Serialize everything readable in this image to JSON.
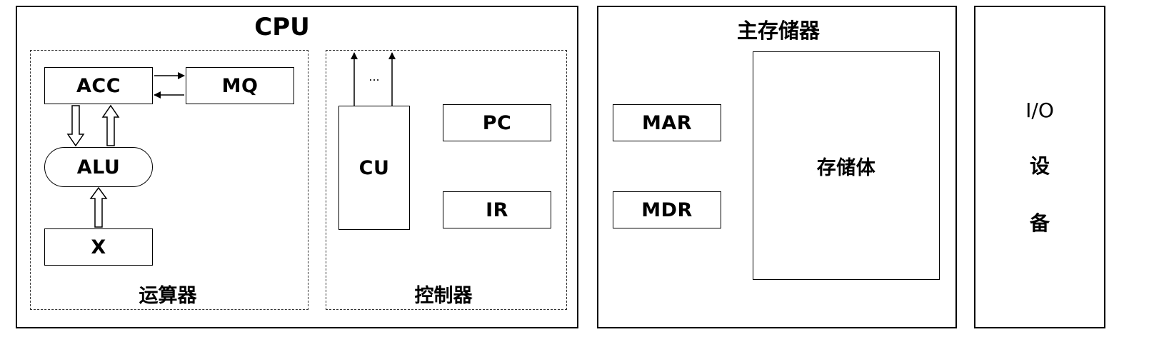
{
  "cpu": {
    "title": "CPU",
    "alu_group": {
      "label": "运算器",
      "acc": "ACC",
      "mq": "MQ",
      "alu": "ALU",
      "x": "X"
    },
    "control_group": {
      "label": "控制器",
      "cu": "CU",
      "pc": "PC",
      "ir": "IR",
      "ellipsis": "..."
    }
  },
  "memory": {
    "title": "主存储器",
    "mar": "MAR",
    "mdr": "MDR",
    "storage": "存储体"
  },
  "io": {
    "line1": "I/O",
    "line2": "设",
    "line3": "备"
  }
}
